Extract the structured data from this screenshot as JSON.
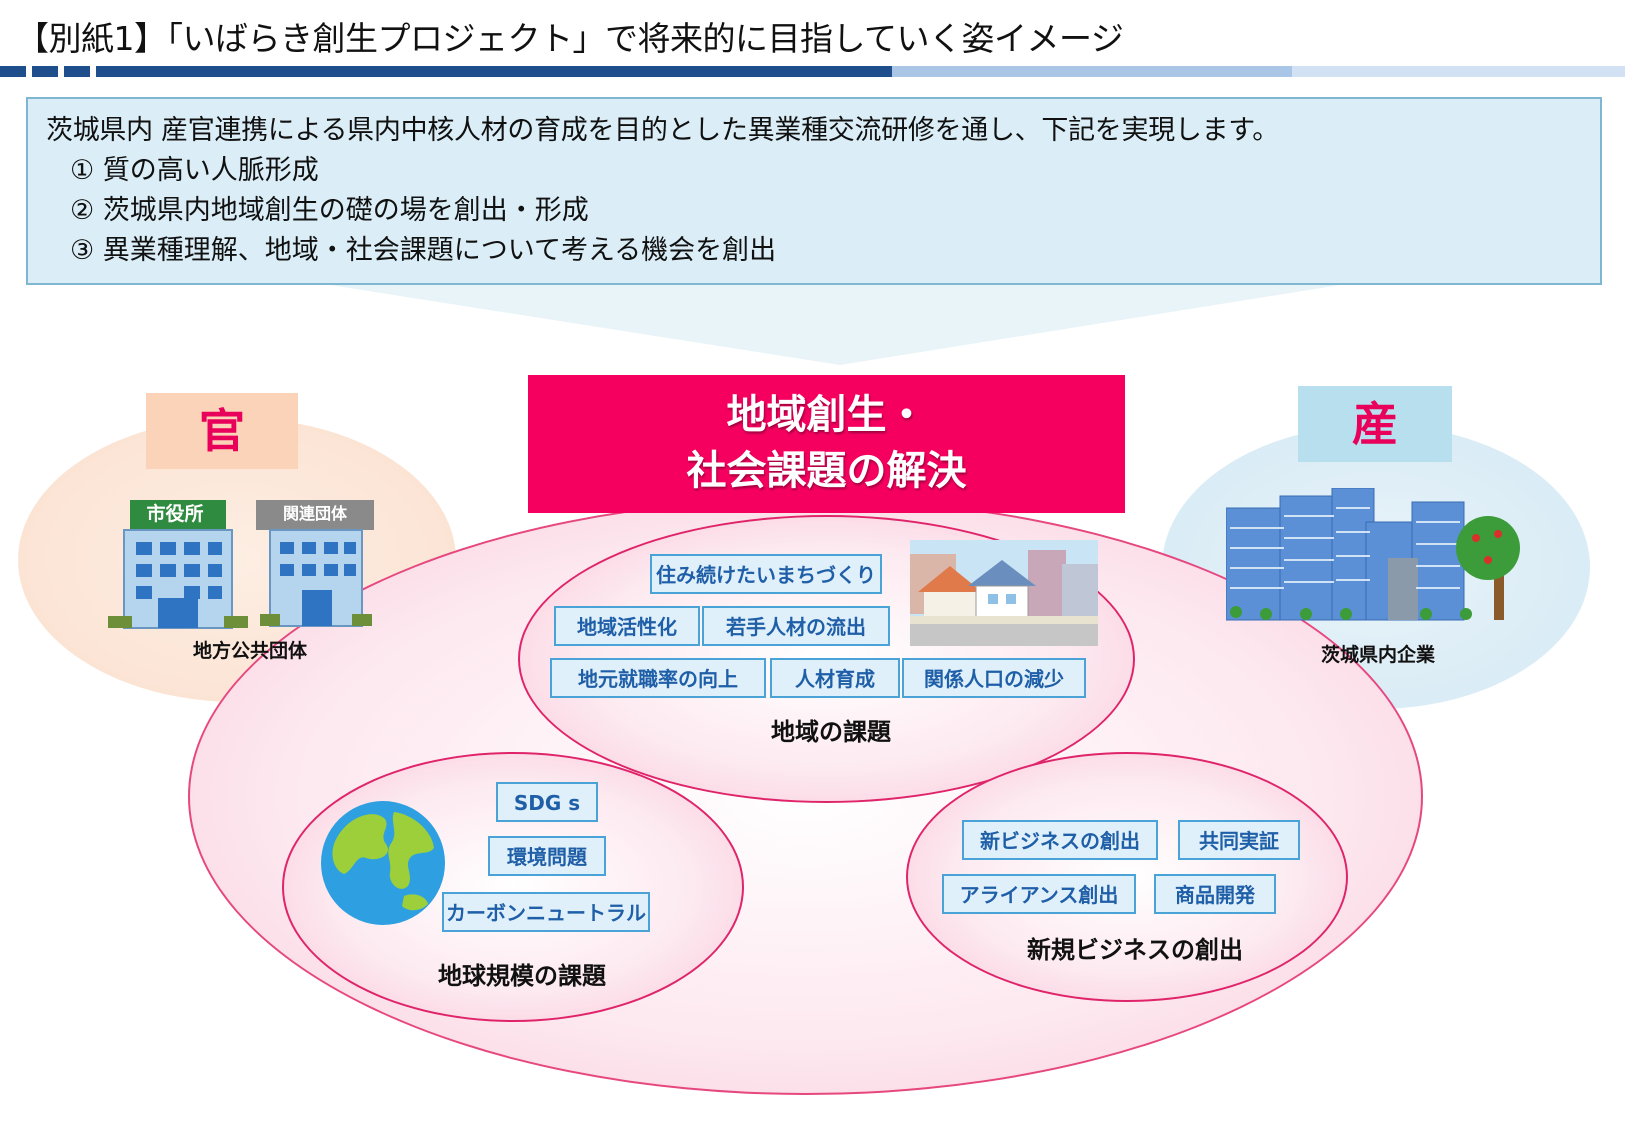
{
  "header": {
    "title": "【別紙1】「いばらき創生プロジェクト」で将来的に目指していく姿イメージ"
  },
  "intro": {
    "text": "茨城県内 産官連携による県内中核人材の育成を目的とした異業種交流研修を通し、下記を実現します。",
    "items": [
      "① 質の高い人脈形成",
      "② 茨城県内地域創生の礎の場を創出・形成",
      "③ 異業種理解、地域・社会課題について考える機会を創出"
    ]
  },
  "goal": {
    "line1": "地域創生・",
    "line2": "社会課題の解決"
  },
  "government": {
    "kanji": "官",
    "label": "地方公共団体",
    "city_hall_sign": "市役所",
    "related_org_sign": "関連団体"
  },
  "industry": {
    "kanji": "産",
    "label": "茨城県内企業"
  },
  "region": {
    "label": "地域の課題",
    "tags": [
      "住み続けたいまちづくり",
      "地域活性化",
      "若手人材の流出",
      "地元就職率の向上",
      "人材育成",
      "関係人口の減少"
    ]
  },
  "global": {
    "label": "地球規模の課題",
    "tags": [
      "SDG s",
      "環境問題",
      "カーボンニュートラル"
    ]
  },
  "business": {
    "label": "新規ビジネスの創出",
    "tags": [
      "新ビジネスの創出",
      "共同実証",
      "アライアンス創出",
      "商品開発"
    ]
  },
  "colors": {
    "accent": "#f5005f",
    "header_bar": "#1f4e8c",
    "info_bg": "#dbeef7",
    "tag_border": "#4aa3d6",
    "tag_text": "#1f5fa8"
  }
}
